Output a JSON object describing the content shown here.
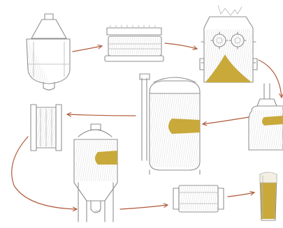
{
  "diagram": {
    "colors": {
      "ink": "#8f8f8f",
      "arrow": "#b05a3a",
      "fill": "#c8a93a",
      "background": "#ffffff"
    },
    "nodes": [
      {
        "id": "malt-silo",
        "icon": "silo-icon"
      },
      {
        "id": "grain-mill",
        "icon": "mill-icon"
      },
      {
        "id": "milled-grain-hopper",
        "icon": "hopper-icon"
      },
      {
        "id": "mash-tun",
        "icon": "mash-tun-icon"
      },
      {
        "id": "lauter-tun",
        "icon": "lauter-tun-icon"
      },
      {
        "id": "wort-cooler",
        "icon": "heat-exchanger-icon"
      },
      {
        "id": "fermentation-tank",
        "icon": "fermenter-icon"
      },
      {
        "id": "filter",
        "icon": "filter-icon"
      },
      {
        "id": "beer-glass",
        "icon": "beer-glass-icon"
      }
    ],
    "edges": [
      {
        "from": "malt-silo",
        "to": "grain-mill"
      },
      {
        "from": "grain-mill",
        "to": "milled-grain-hopper"
      },
      {
        "from": "milled-grain-hopper",
        "to": "mash-tun"
      },
      {
        "from": "mash-tun",
        "to": "lauter-tun"
      },
      {
        "from": "lauter-tun",
        "to": "wort-cooler"
      },
      {
        "from": "wort-cooler",
        "to": "fermentation-tank"
      },
      {
        "from": "fermentation-tank",
        "to": "filter"
      },
      {
        "from": "filter",
        "to": "beer-glass"
      }
    ]
  }
}
